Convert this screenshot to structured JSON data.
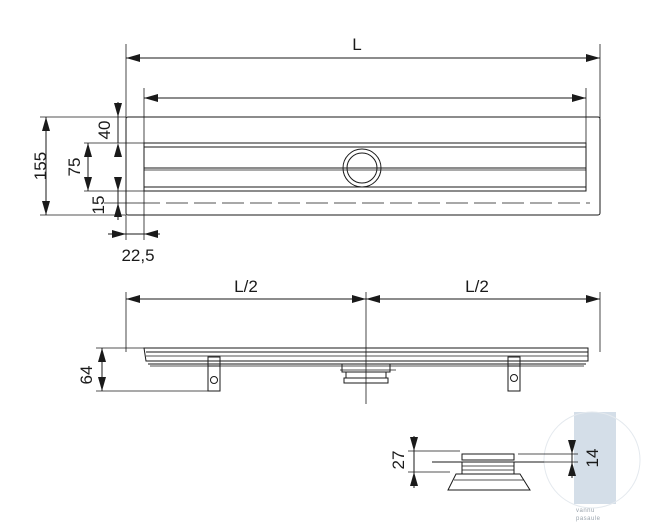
{
  "top_view": {
    "total_length_label": "L",
    "height_label": "155",
    "top_offset_label": "40",
    "grate_height_label": "75",
    "bottom_offset_label": "15",
    "side_offset_label": "22,5"
  },
  "side_view": {
    "left_half_label": "L/2",
    "right_half_label": "L/2",
    "height_label": "64"
  },
  "outlet_detail": {
    "total_height_label": "27",
    "flange_height_label": "14"
  },
  "watermark": {
    "line1": "vannu",
    "line2": "pasaule"
  },
  "colors": {
    "line": "#1a1a1a",
    "watermark_blue": "#c9d6e2"
  }
}
